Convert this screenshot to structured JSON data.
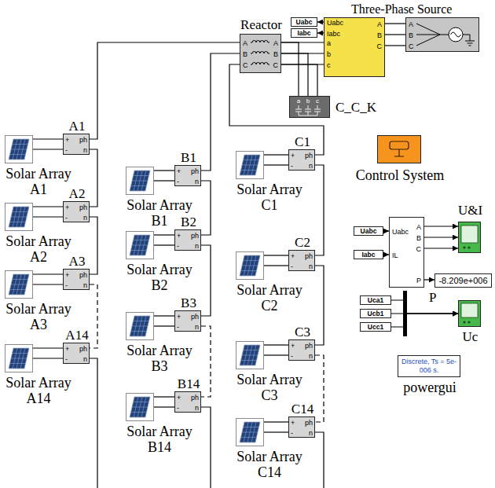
{
  "diagram": {
    "nodes": [
      {
        "text": [
          "Three-Phase Source",
          "A",
          "B",
          "C"
        ]
      },
      {
        "text": [
          "Reactor",
          "A",
          "B",
          "C",
          "A",
          "B",
          "C"
        ]
      },
      {
        "text": [
          "Uabc"
        ]
      },
      {
        "text": [
          "Iabc"
        ]
      },
      {
        "text": [
          "Uabc",
          "Iabc",
          "a",
          "b",
          "c",
          "A",
          "B",
          "C"
        ]
      },
      {
        "text": [
          "C_C_K",
          "a",
          "b",
          "c"
        ]
      },
      {
        "text": [
          "Control System"
        ]
      },
      {
        "text": [
          "A1",
          "+",
          "ph",
          "-",
          "n"
        ]
      },
      {
        "text": [
          "Solar Array A1"
        ]
      },
      {
        "text": [
          "A2",
          "+",
          "ph",
          "-",
          "n"
        ]
      },
      {
        "text": [
          "Solar Array A2"
        ]
      },
      {
        "text": [
          "A3",
          "+",
          "ph",
          "-",
          "n"
        ]
      },
      {
        "text": [
          "Solar Array A3"
        ]
      },
      {
        "text": [
          "A14",
          "+",
          "ph",
          "-",
          "n"
        ]
      },
      {
        "text": [
          "Solar Array A14"
        ]
      },
      {
        "text": [
          "B1",
          "+",
          "ph",
          "-",
          "n"
        ]
      },
      {
        "text": [
          "Solar Array B1"
        ]
      },
      {
        "text": [
          "B2",
          "+",
          "ph",
          "-",
          "n"
        ]
      },
      {
        "text": [
          "Solar Array B2"
        ]
      },
      {
        "text": [
          "B3",
          "+",
          "ph",
          "-",
          "n"
        ]
      },
      {
        "text": [
          "Solar Array B3"
        ]
      },
      {
        "text": [
          "B14",
          "+",
          "ph",
          "-",
          "n"
        ]
      },
      {
        "text": [
          "Solar Array B14"
        ]
      },
      {
        "text": [
          "C1",
          "+",
          "ph",
          "-",
          "n"
        ]
      },
      {
        "text": [
          "Solar Array C1"
        ]
      },
      {
        "text": [
          "C2",
          "+",
          "ph",
          "-",
          "n"
        ]
      },
      {
        "text": [
          "Solar Array C2"
        ]
      },
      {
        "text": [
          "C3",
          "+",
          "ph",
          "-",
          "n"
        ]
      },
      {
        "text": [
          "Solar Array C3"
        ]
      },
      {
        "text": [
          "C14",
          "+",
          "ph",
          "-",
          "n"
        ]
      },
      {
        "text": [
          "Solar Array C14"
        ]
      },
      {
        "text": [
          "U&I"
        ]
      },
      {
        "text": [
          "Uabc"
        ]
      },
      {
        "text": [
          "Iabc"
        ]
      },
      {
        "text": [
          "Uabc",
          "IL",
          "A",
          "B",
          "C",
          "P"
        ]
      },
      {
        "text": [
          "-8.209e+006",
          "P"
        ]
      },
      {
        "text": [
          "Uca1"
        ]
      },
      {
        "text": [
          "Ucb1"
        ]
      },
      {
        "text": [
          "Ucc1"
        ]
      },
      {
        "text": [
          "Uc"
        ]
      },
      {
        "text": [
          "Discrete, Ts = 5e-006 s.",
          "powergui"
        ]
      }
    ],
    "edges": [
      {
        "from": 7,
        "to": 1,
        "arrow": "none"
      },
      {
        "from": 8,
        "to": 7,
        "arrow": "none"
      },
      {
        "from": 7,
        "to": 9,
        "arrow": "none"
      },
      {
        "from": 10,
        "to": 9,
        "arrow": "none"
      },
      {
        "from": 9,
        "to": 11,
        "arrow": "none"
      },
      {
        "from": 12,
        "to": 11,
        "arrow": "none"
      },
      {
        "from": 11,
        "to": 13,
        "arrow": "none"
      },
      {
        "from": 14,
        "to": 13,
        "arrow": "none"
      },
      {
        "from": 15,
        "to": 1,
        "arrow": "none"
      },
      {
        "from": 16,
        "to": 15,
        "arrow": "none"
      },
      {
        "from": 15,
        "to": 17,
        "arrow": "none"
      },
      {
        "from": 18,
        "to": 17,
        "arrow": "none"
      },
      {
        "from": 17,
        "to": 19,
        "arrow": "none"
      },
      {
        "from": 20,
        "to": 19,
        "arrow": "none"
      },
      {
        "from": 19,
        "to": 21,
        "arrow": "none"
      },
      {
        "from": 22,
        "to": 21,
        "arrow": "none"
      },
      {
        "from": 23,
        "to": 1,
        "arrow": "none"
      },
      {
        "from": 24,
        "to": 23,
        "arrow": "none"
      },
      {
        "from": 23,
        "to": 25,
        "arrow": "none"
      },
      {
        "from": 26,
        "to": 25,
        "arrow": "none"
      },
      {
        "from": 25,
        "to": 27,
        "arrow": "none"
      },
      {
        "from": 28,
        "to": 27,
        "arrow": "none"
      },
      {
        "from": 27,
        "to": 29,
        "arrow": "none"
      },
      {
        "from": 30,
        "to": 29,
        "arrow": "none"
      },
      {
        "from": 1,
        "to": 4,
        "arrow": "none"
      },
      {
        "from": 4,
        "to": 0,
        "arrow": "none"
      },
      {
        "from": 1,
        "to": 5,
        "arrow": "none"
      },
      {
        "from": 4,
        "to": 2,
        "arrow": "to"
      },
      {
        "from": 4,
        "to": 3,
        "arrow": "to"
      },
      {
        "from": 32,
        "to": 34,
        "arrow": "to"
      },
      {
        "from": 33,
        "to": 34,
        "arrow": "to"
      },
      {
        "from": 34,
        "to": 31,
        "arrow": "to"
      },
      {
        "from": 34,
        "to": 35,
        "arrow": "to"
      },
      {
        "from": 36,
        "to": 39,
        "arrow": "to"
      },
      {
        "from": 37,
        "to": 39,
        "arrow": "to"
      },
      {
        "from": 38,
        "to": 39,
        "arrow": "to"
      }
    ]
  }
}
